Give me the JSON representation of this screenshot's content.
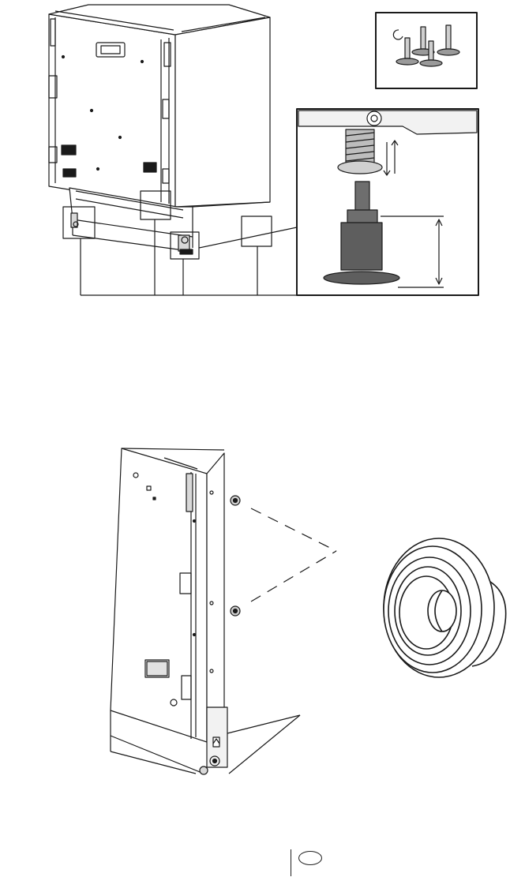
{
  "page": {
    "badge_label": ""
  },
  "figure_top": {
    "main_view": "dishwasher-rear-perspective",
    "inset_parts": "adjustable-feet-set",
    "inset_detail": "foot-height-adjustment",
    "callout_count": 4
  },
  "figure_bottom": {
    "main_view": "dishwasher-side-panel",
    "inset_detail": "rubber-bumper-part",
    "bumper_count": 2
  },
  "colors": {
    "line": "#1a1a1a",
    "foot_fill": "#5e5e5e",
    "foot_light": "#9a9a9a",
    "spring": "#bdbdbd",
    "background": "#ffffff"
  }
}
